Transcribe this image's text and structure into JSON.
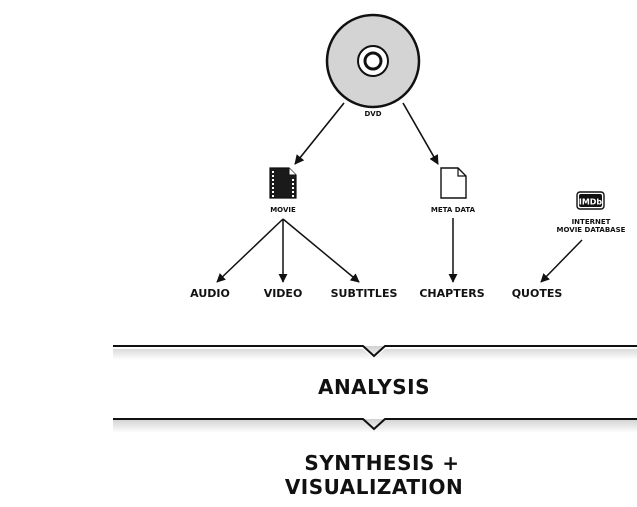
{
  "diagram": {
    "sources": {
      "dvd": {
        "label": "DVD",
        "icon": "disc-icon"
      },
      "movie": {
        "label": "MOVIE",
        "icon": "film-file-icon"
      },
      "meta_data": {
        "label": "META DATA",
        "icon": "document-icon"
      },
      "imdb": {
        "badge": "IMDb",
        "label_line1": "INTERNET",
        "label_line2": "MOVIE DATABASE",
        "icon": "imdb-logo-icon"
      }
    },
    "outputs": [
      {
        "id": "audio",
        "label": "AUDIO"
      },
      {
        "id": "video",
        "label": "VIDEO"
      },
      {
        "id": "subtitles",
        "label": "SUBTITLES"
      },
      {
        "id": "chapters",
        "label": "CHAPTERS"
      },
      {
        "id": "quotes",
        "label": "QUOTES"
      }
    ],
    "edges": [
      {
        "from": "DVD",
        "to": "MOVIE"
      },
      {
        "from": "DVD",
        "to": "META DATA"
      },
      {
        "from": "MOVIE",
        "to": "AUDIO"
      },
      {
        "from": "MOVIE",
        "to": "VIDEO"
      },
      {
        "from": "MOVIE",
        "to": "SUBTITLES"
      },
      {
        "from": "META DATA",
        "to": "CHAPTERS"
      },
      {
        "from": "INTERNET MOVIE DATABASE",
        "to": "QUOTES"
      }
    ],
    "stages": {
      "analysis": "ANALYSIS",
      "synthesis_line1": "SYNTHESIS +",
      "synthesis_line2": "VISUALIZATION"
    },
    "colors": {
      "ink": "#111111",
      "disc_fill": "#d4d4d4",
      "background": "#ffffff"
    }
  }
}
